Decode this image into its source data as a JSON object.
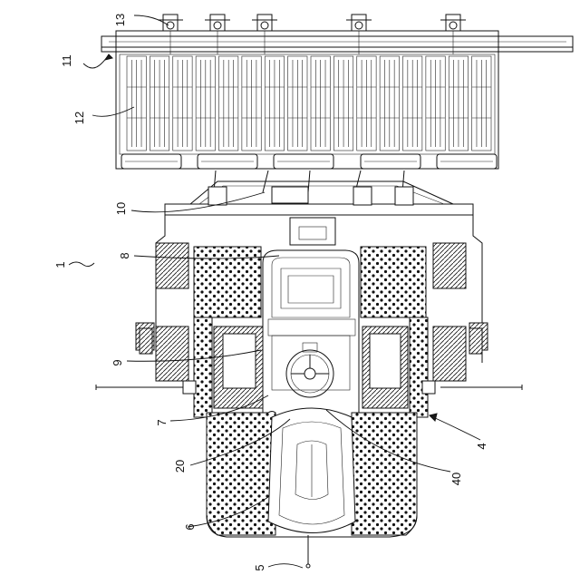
{
  "figure": {
    "labels": {
      "l13": "13",
      "l11": "11",
      "l12": "12",
      "l10": "10",
      "l1": "1",
      "l8": "8",
      "l9": "9",
      "l7": "7",
      "l20": "20",
      "l6": "6",
      "l5": "5",
      "l40": "40",
      "l4": "4"
    }
  }
}
